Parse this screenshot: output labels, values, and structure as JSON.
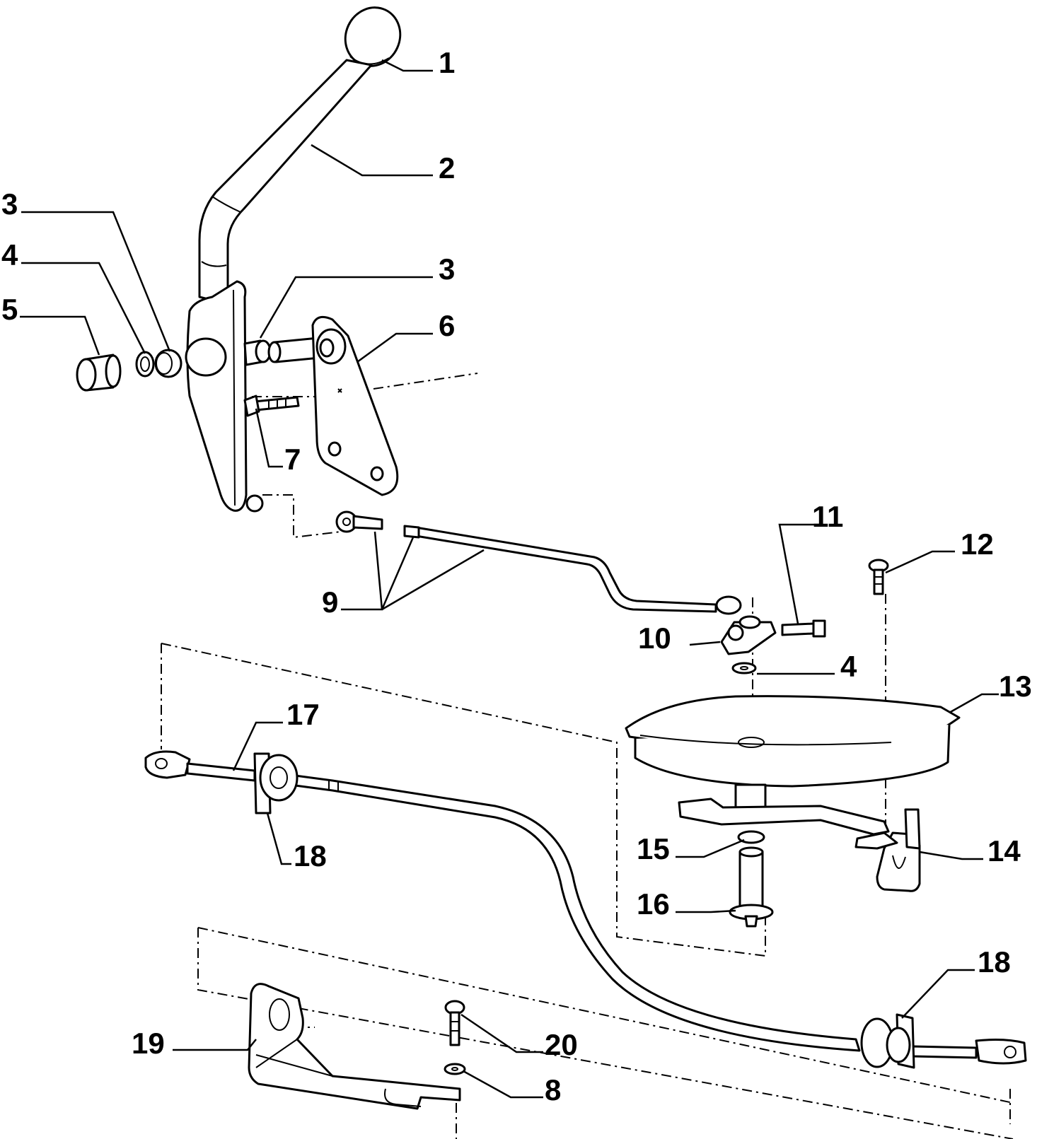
{
  "callouts": {
    "c1": "1",
    "c2": "2",
    "c3a": "3",
    "c3b": "3",
    "c4a": "4",
    "c4b": "4",
    "c5": "5",
    "c6": "6",
    "c7": "7",
    "c8": "8",
    "c9": "9",
    "c10": "10",
    "c11": "11",
    "c12": "12",
    "c13": "13",
    "c14": "14",
    "c15": "15",
    "c16": "16",
    "c17": "17",
    "c18a": "18",
    "c18b": "18",
    "c19": "19",
    "c20": "20"
  }
}
